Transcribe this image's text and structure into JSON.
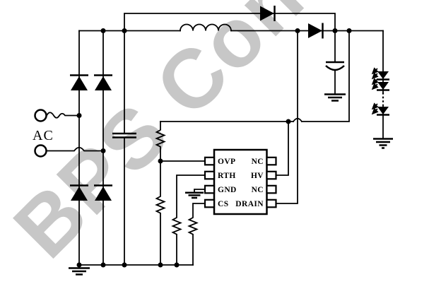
{
  "watermark": {
    "text": "BPS Con",
    "color": "#c7c7c7"
  },
  "schematic": {
    "ac_label": "AC",
    "ic": {
      "pins_left": [
        "OVP",
        "RTH",
        "GND",
        "CS"
      ],
      "pins_right": [
        "NC",
        "HV",
        "NC",
        "DRAIN"
      ]
    },
    "component_icons": [
      "ac-terminal-icon",
      "fuse-squiggle-icon",
      "bridge-diode-icon",
      "inductor-icon",
      "diode-icon",
      "capacitor-icon",
      "led-icon",
      "resistor-icon",
      "ground-icon",
      "junction-dot-icon"
    ],
    "colors": {
      "line": "#000000",
      "background": "#ffffff",
      "watermark": "#c7c7c7"
    }
  }
}
